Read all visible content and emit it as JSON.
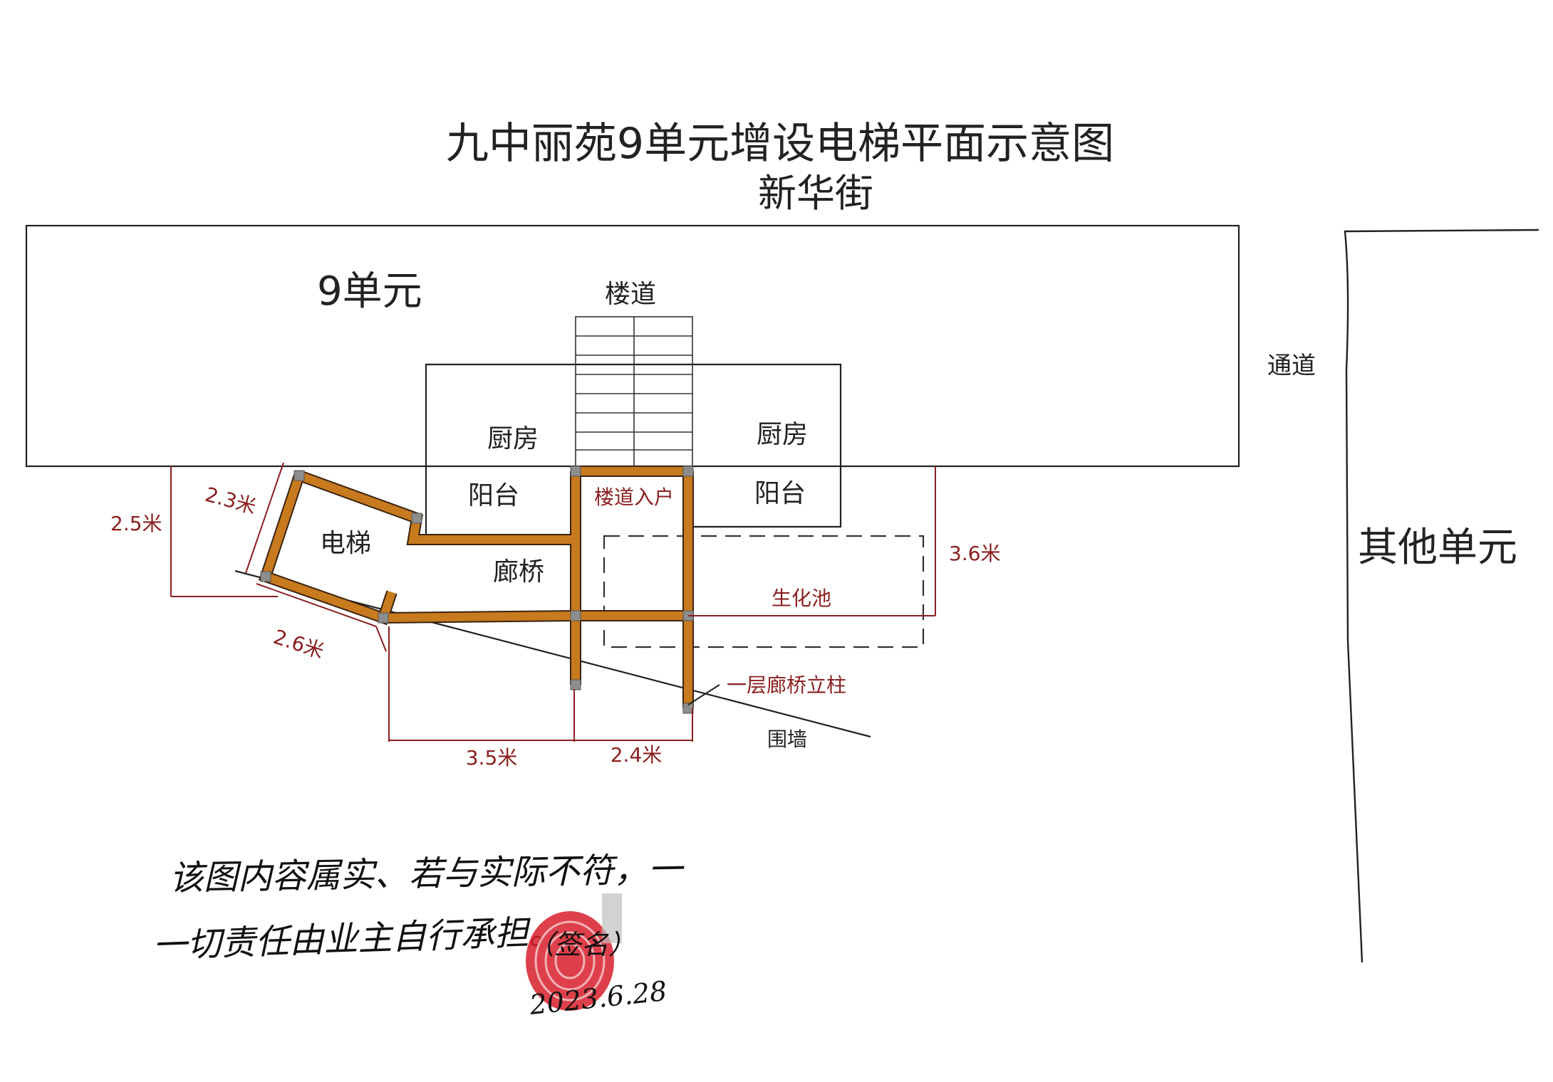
{
  "title": "九中丽苑9单元增设电梯平面示意图",
  "street": "新华街",
  "labels": {
    "building": "9单元",
    "stairwell": "楼道",
    "kitchen_left": "厨房",
    "kitchen_right": "厨房",
    "balcony_left": "阳台",
    "balcony_right": "阳台",
    "stair_entry": "楼道入户",
    "elevator": "电梯",
    "corridor_bridge": "廊桥",
    "septic_tank": "生化池",
    "first_floor_column": "一层廊桥立柱",
    "boundary_wall": "围墙",
    "passage": "通道",
    "other_units": "其他单元"
  },
  "dimensions": {
    "d_2_5": "2.5米",
    "d_2_3": "2.3米",
    "d_2_6": "2.6米",
    "d_3_5": "3.5米",
    "d_2_4": "2.4米",
    "d_3_6": "3.6米"
  },
  "handwriting": {
    "line1": "该图内容属实、若与实际不符，一",
    "line2": "一切责任由业主自行承担。",
    "signature": "（签名）",
    "date": "2023.6.28"
  },
  "colors": {
    "beam": "#c87a1e",
    "dimension": "#8a1f1f",
    "stamp": "#d81e2c",
    "line": "#222222"
  }
}
